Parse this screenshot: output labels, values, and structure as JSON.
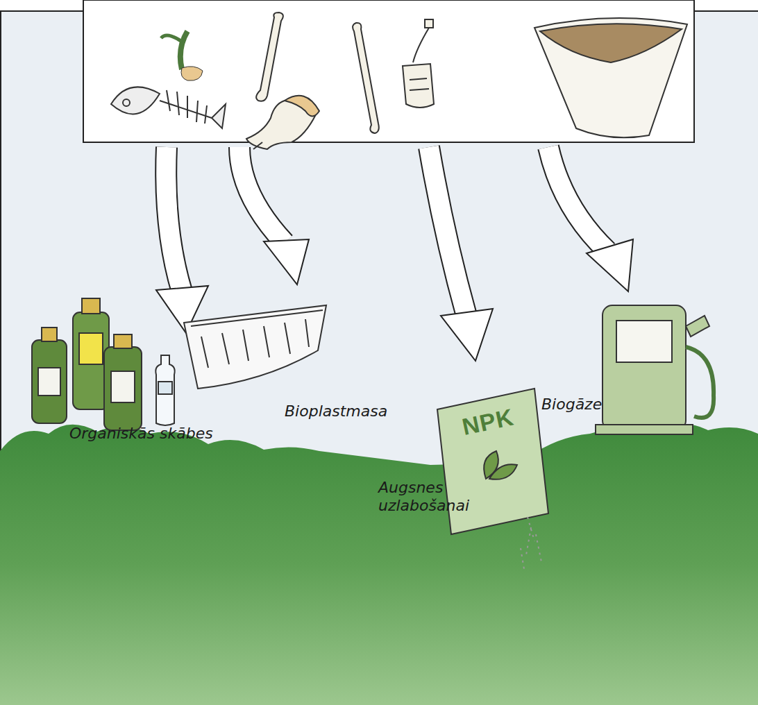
{
  "diagram": {
    "labels": [
      "Organiskās skābes",
      "Bioplastmasa",
      "NPK",
      "Augsnes uzlabošanai",
      "Biogāze"
    ]
  }
}
